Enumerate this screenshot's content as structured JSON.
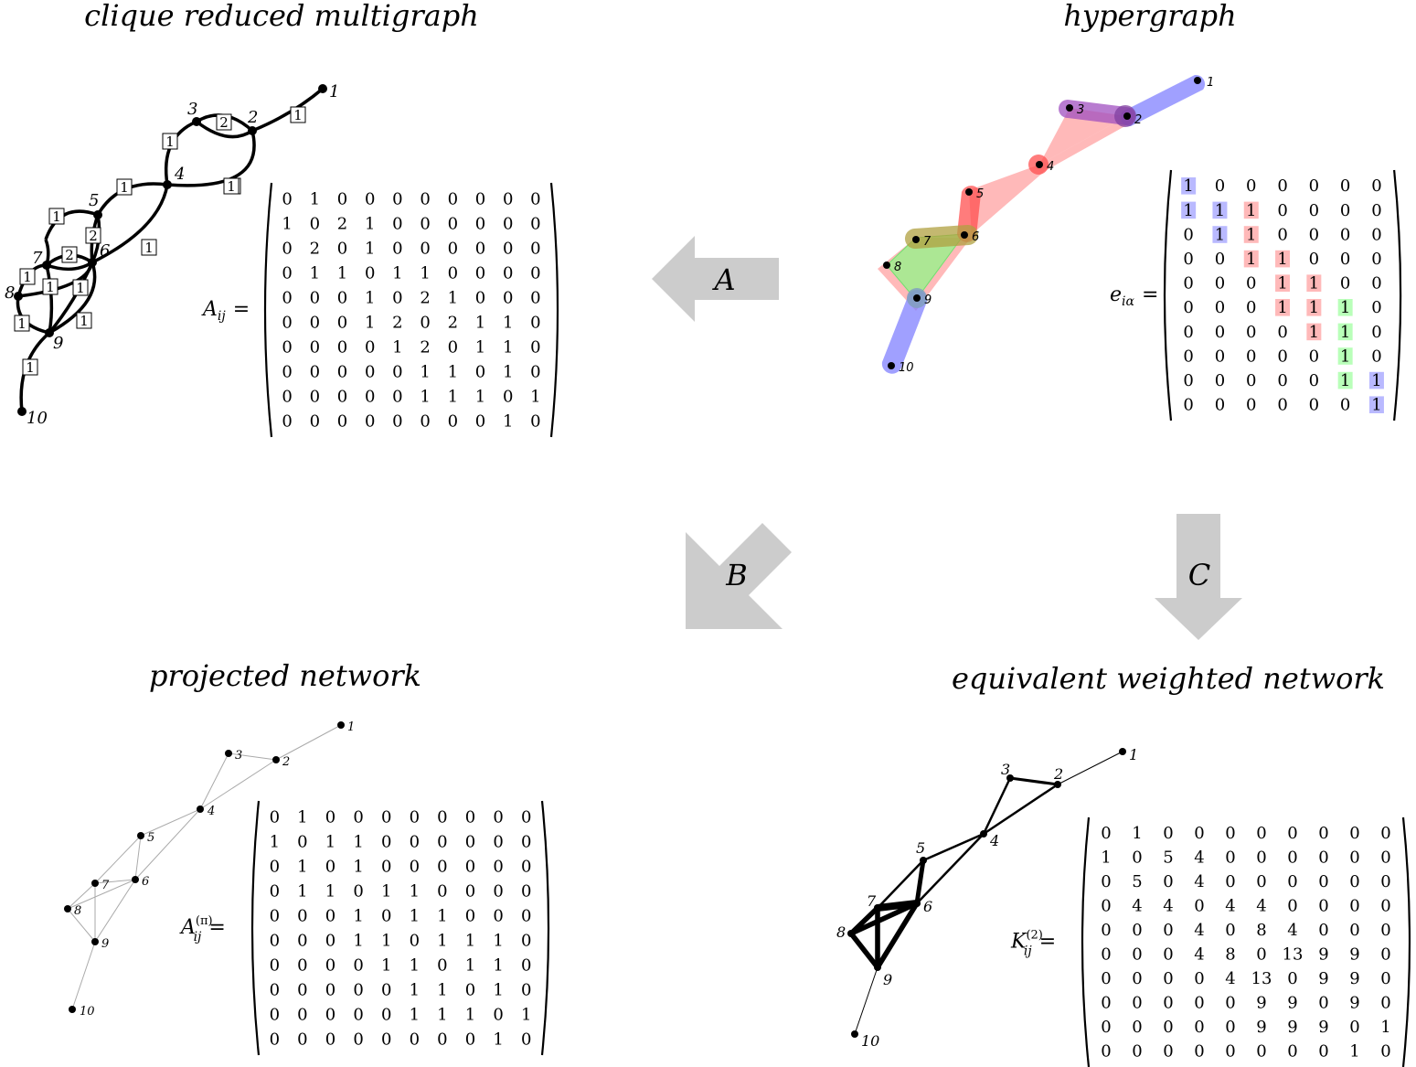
{
  "titles": {
    "top_left": "clique reduced multigraph",
    "top_right": "hypergraph",
    "bottom_left": "projected network",
    "bottom_right": "equivalent weighted network"
  },
  "arrows": {
    "a": "A",
    "b": "B",
    "c": "C"
  },
  "colors": {
    "blue": "#8080ff",
    "red": "#ff8080",
    "green": "#80ff80",
    "arrow": "#cccccc"
  },
  "node_labels": [
    "1",
    "2",
    "3",
    "4",
    "5",
    "6",
    "7",
    "8",
    "9",
    "10"
  ],
  "multigraph": {
    "edge_labels": [
      "1",
      "2",
      "1",
      "1",
      "1",
      "1",
      "2",
      "1",
      "1",
      "2",
      "1",
      "1",
      "1",
      "1",
      "1",
      "1"
    ],
    "matrix_label": "A",
    "matrix_label_sub": "ij",
    "matrix": [
      [
        0,
        1,
        0,
        0,
        0,
        0,
        0,
        0,
        0,
        0
      ],
      [
        1,
        0,
        2,
        1,
        0,
        0,
        0,
        0,
        0,
        0
      ],
      [
        0,
        2,
        0,
        1,
        0,
        0,
        0,
        0,
        0,
        0
      ],
      [
        0,
        1,
        1,
        0,
        1,
        1,
        0,
        0,
        0,
        0
      ],
      [
        0,
        0,
        0,
        1,
        0,
        2,
        1,
        0,
        0,
        0
      ],
      [
        0,
        0,
        0,
        1,
        2,
        0,
        2,
        1,
        1,
        0
      ],
      [
        0,
        0,
        0,
        0,
        1,
        2,
        0,
        1,
        1,
        0
      ],
      [
        0,
        0,
        0,
        0,
        0,
        1,
        1,
        0,
        1,
        0
      ],
      [
        0,
        0,
        0,
        0,
        0,
        1,
        1,
        1,
        0,
        1
      ],
      [
        0,
        0,
        0,
        0,
        0,
        0,
        0,
        0,
        1,
        0
      ]
    ]
  },
  "hypergraph": {
    "matrix_label": "e",
    "matrix_label_sub": "iα",
    "matrix": [
      [
        1,
        0,
        0,
        0,
        0,
        0,
        0
      ],
      [
        1,
        1,
        1,
        0,
        0,
        0,
        0
      ],
      [
        0,
        1,
        1,
        0,
        0,
        0,
        0
      ],
      [
        0,
        0,
        1,
        1,
        0,
        0,
        0
      ],
      [
        0,
        0,
        0,
        1,
        1,
        0,
        0
      ],
      [
        0,
        0,
        0,
        1,
        1,
        1,
        0
      ],
      [
        0,
        0,
        0,
        0,
        1,
        1,
        0
      ],
      [
        0,
        0,
        0,
        0,
        0,
        1,
        0
      ],
      [
        0,
        0,
        0,
        0,
        0,
        1,
        1
      ],
      [
        0,
        0,
        0,
        0,
        0,
        0,
        1
      ]
    ],
    "column_colors": [
      "blue",
      "blue",
      "red",
      "red",
      "red",
      "green",
      "blue"
    ]
  },
  "projected": {
    "matrix_label": "A",
    "matrix_label_sub": "ij",
    "matrix_label_sup": "(π)",
    "matrix": [
      [
        0,
        1,
        0,
        0,
        0,
        0,
        0,
        0,
        0,
        0
      ],
      [
        1,
        0,
        1,
        1,
        0,
        0,
        0,
        0,
        0,
        0
      ],
      [
        0,
        1,
        0,
        1,
        0,
        0,
        0,
        0,
        0,
        0
      ],
      [
        0,
        1,
        1,
        0,
        1,
        1,
        0,
        0,
        0,
        0
      ],
      [
        0,
        0,
        0,
        1,
        0,
        1,
        1,
        0,
        0,
        0
      ],
      [
        0,
        0,
        0,
        1,
        1,
        0,
        1,
        1,
        1,
        0
      ],
      [
        0,
        0,
        0,
        0,
        1,
        1,
        0,
        1,
        1,
        0
      ],
      [
        0,
        0,
        0,
        0,
        0,
        1,
        1,
        0,
        1,
        0
      ],
      [
        0,
        0,
        0,
        0,
        0,
        1,
        1,
        1,
        0,
        1
      ],
      [
        0,
        0,
        0,
        0,
        0,
        0,
        0,
        0,
        1,
        0
      ]
    ]
  },
  "weighted": {
    "matrix_label": "K",
    "matrix_label_sub": "ij",
    "matrix_label_sup": "(2)",
    "matrix": [
      [
        0,
        1,
        0,
        0,
        0,
        0,
        0,
        0,
        0,
        0
      ],
      [
        1,
        0,
        5,
        4,
        0,
        0,
        0,
        0,
        0,
        0
      ],
      [
        0,
        5,
        0,
        4,
        0,
        0,
        0,
        0,
        0,
        0
      ],
      [
        0,
        4,
        4,
        0,
        4,
        4,
        0,
        0,
        0,
        0
      ],
      [
        0,
        0,
        0,
        4,
        0,
        8,
        4,
        0,
        0,
        0
      ],
      [
        0,
        0,
        0,
        4,
        8,
        0,
        13,
        9,
        9,
        0
      ],
      [
        0,
        0,
        0,
        0,
        4,
        13,
        0,
        9,
        9,
        0
      ],
      [
        0,
        0,
        0,
        0,
        0,
        9,
        9,
        0,
        9,
        0
      ],
      [
        0,
        0,
        0,
        0,
        0,
        9,
        9,
        9,
        0,
        1
      ],
      [
        0,
        0,
        0,
        0,
        0,
        0,
        0,
        0,
        1,
        0
      ]
    ]
  }
}
